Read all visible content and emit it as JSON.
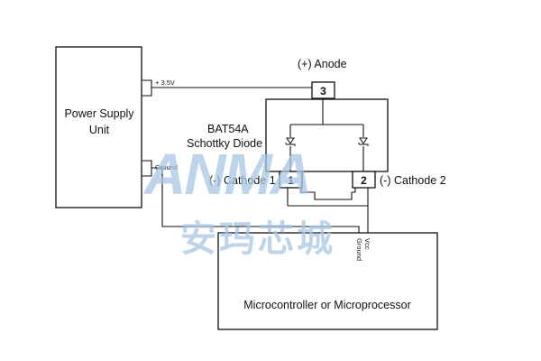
{
  "components": {
    "power_supply_label_line1": "Power Supply",
    "power_supply_label_line2": "Unit",
    "microcontroller_label": "Microcontroller or Microprocessor",
    "diode_part": "BAT54A",
    "diode_type": "Schottky Diode"
  },
  "pins": {
    "anode_label": "(+) Anode",
    "anode_pin": "3",
    "cathode1_label": "(-) Cathode 1",
    "cathode1_pin": "1",
    "cathode2_label": "(-) Cathode 2",
    "cathode2_pin": "2"
  },
  "nets": {
    "supply_voltage": "+ 3.5V",
    "supply_ground": "Ground",
    "mcu_vcc": "Vcc",
    "mcu_ground": "Ground"
  },
  "watermark": {
    "latin": "ANMA",
    "cjk": "安玛芯城",
    "color": "#a9c6e4"
  },
  "colors": {
    "line": "#111111",
    "background": "#ffffff"
  }
}
